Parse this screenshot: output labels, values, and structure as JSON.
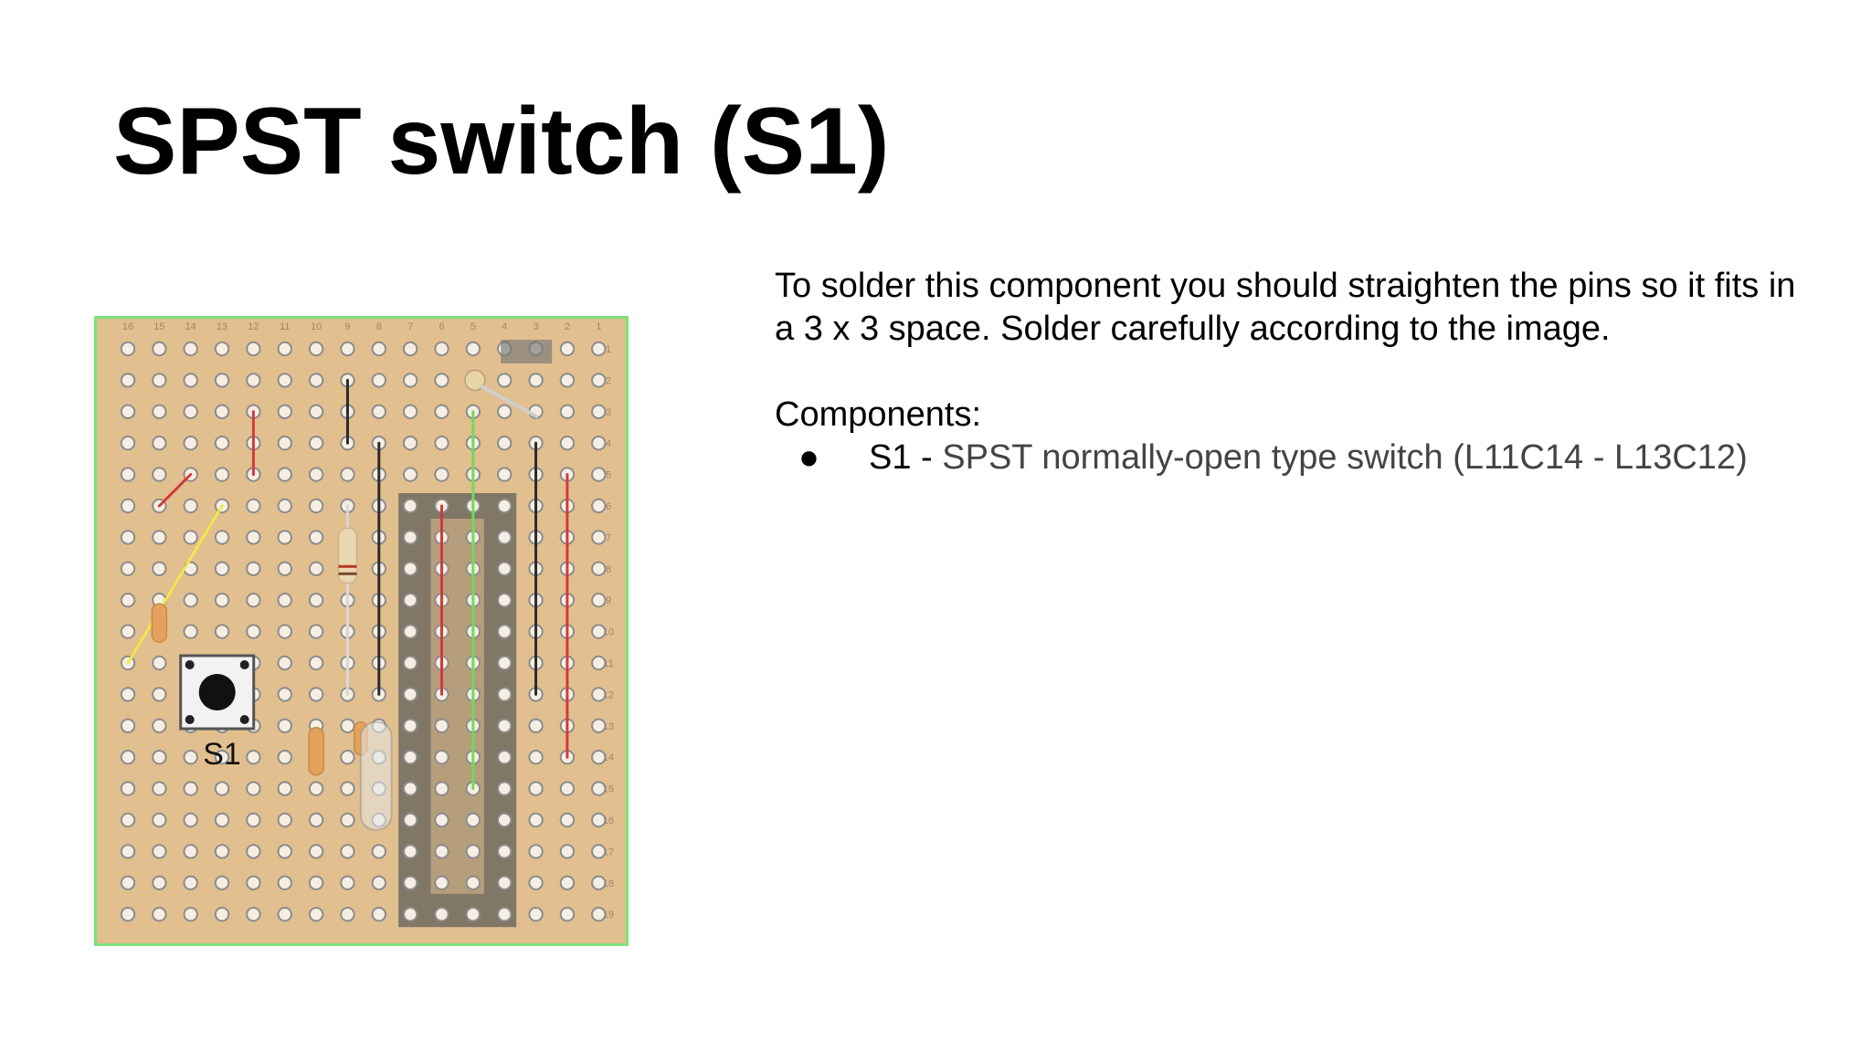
{
  "slide": {
    "title": "SPST switch (S1)",
    "instructions": "To solder this component you should straighten the pins so it fits in a 3 x 3 space. Solder carefully according to the image.",
    "components_heading": "Components:",
    "components": [
      {
        "bullet": "●",
        "id": "S1 -",
        "description": " SPST normally-open type switch (L11C14 - L13C12)"
      }
    ]
  },
  "board": {
    "component_label": "S1",
    "column_labels": [
      "16",
      "15",
      "14",
      "13",
      "12",
      "11",
      "10",
      "9",
      "8",
      "7",
      "6",
      "5",
      "4",
      "3",
      "2",
      "1"
    ],
    "row_labels": [
      "1",
      "2",
      "3",
      "4",
      "5",
      "6",
      "7",
      "8",
      "9",
      "10",
      "11",
      "12",
      "13",
      "14",
      "15",
      "16",
      "17",
      "18",
      "19"
    ],
    "colors": {
      "board": "#e1bf8f",
      "border": "#7be27b",
      "hole_ring": "#8c8c8c",
      "ic_socket": "#6f6a5f",
      "wire_red": "#d13b3b",
      "wire_green": "#6fdc5a",
      "wire_black": "#2b2b2b",
      "wire_yellow": "#f2e64a",
      "resistor": "#e3a35e"
    }
  }
}
